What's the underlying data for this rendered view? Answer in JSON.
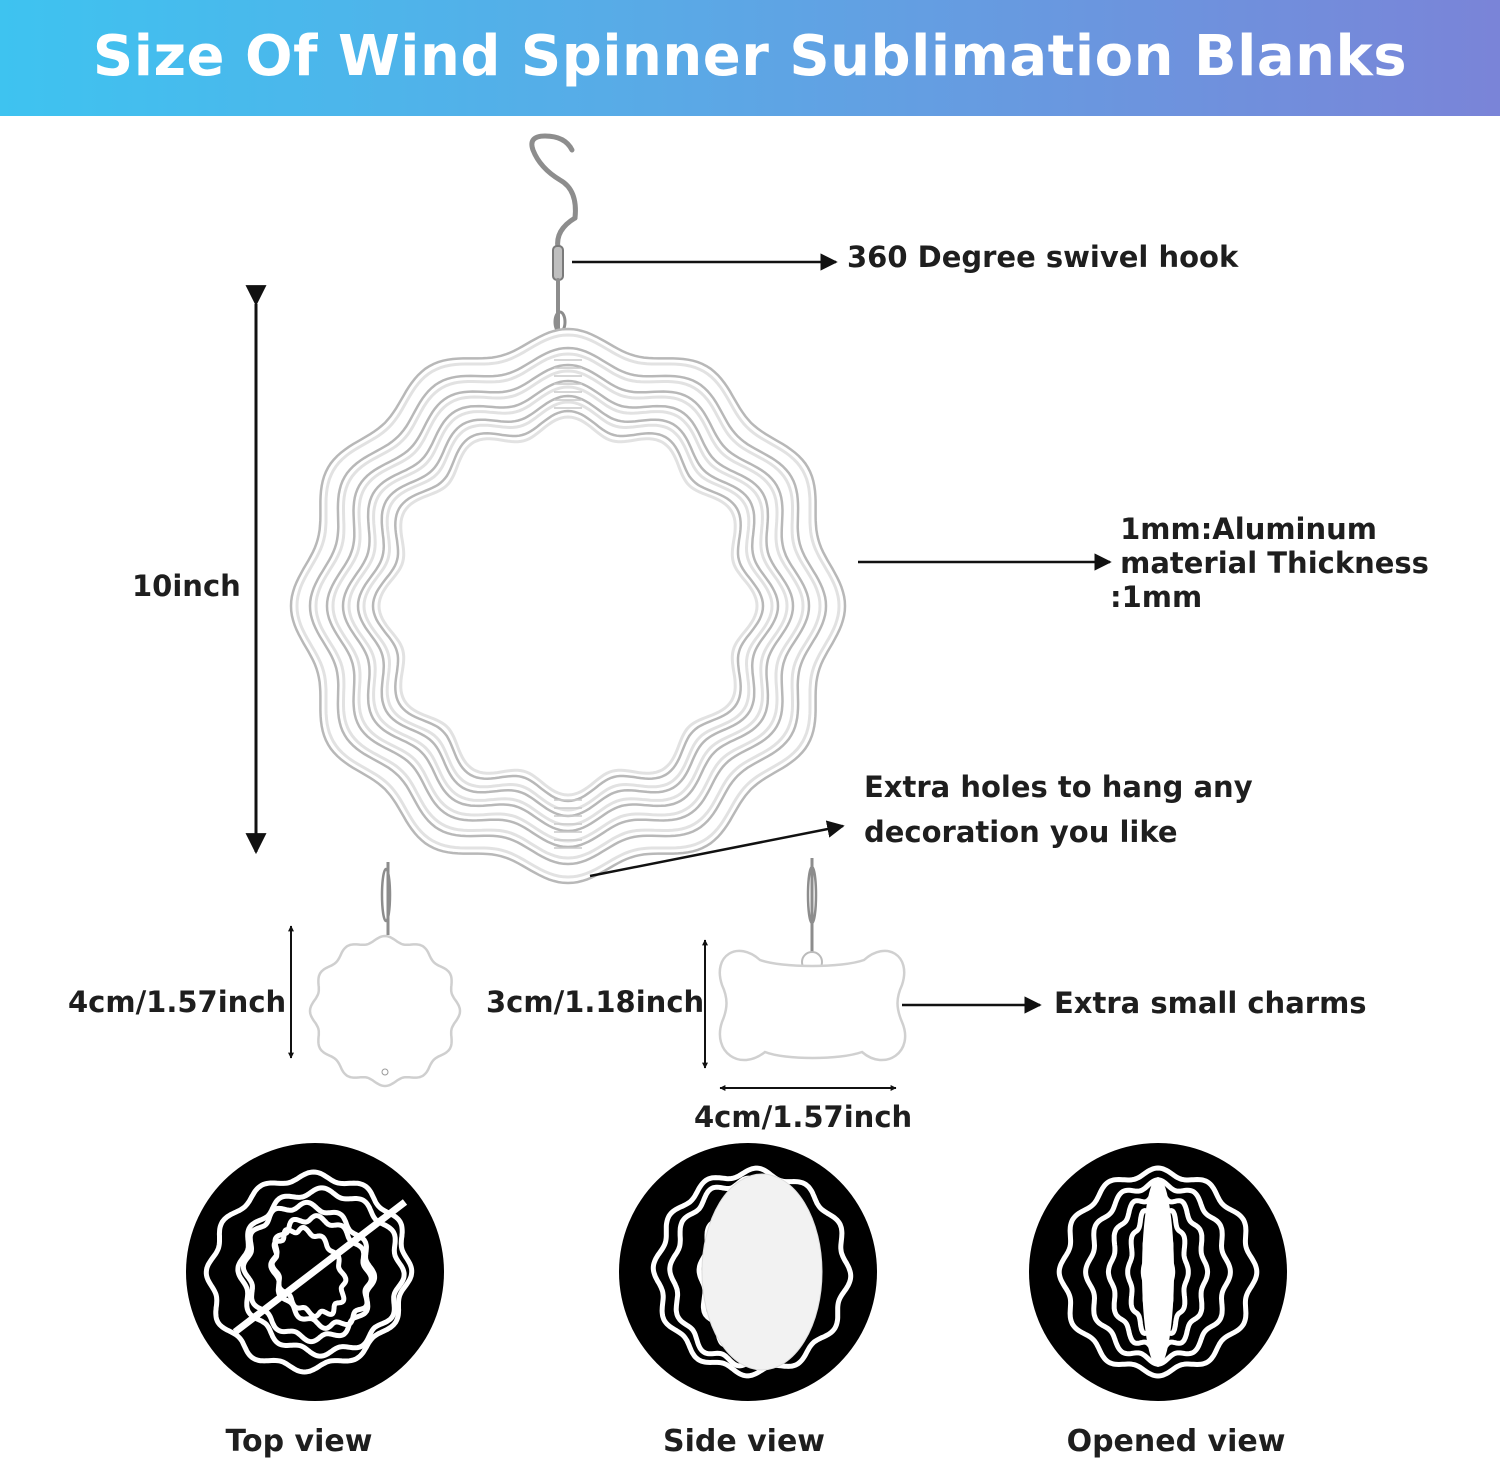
{
  "header": {
    "title": "Size Of Wind Spinner Sublimation Blanks",
    "gradient_start": "#3ec3f0",
    "gradient_end": "#7a84d8"
  },
  "annotations": {
    "hook": "360 Degree swivel hook",
    "material": " 1mm:Aluminum\n material Thickness\n:1mm",
    "holes": "Extra holes to hang any\ndecoration you like",
    "charms": "Extra small charms"
  },
  "dimensions": {
    "spinner_height": "10inch",
    "round_charm_height": "4cm/1.57inch",
    "bone_charm_height": "3cm/1.18inch",
    "bone_charm_width": "4cm/1.57inch"
  },
  "views": {
    "top": "Top view",
    "side": "Side view",
    "opened": "Opened view"
  },
  "icons": {
    "spinner": "wind-spinner-icon",
    "hook": "swivel-hook-icon",
    "round_charm": "round-charm-icon",
    "bone_charm": "bone-charm-icon"
  }
}
